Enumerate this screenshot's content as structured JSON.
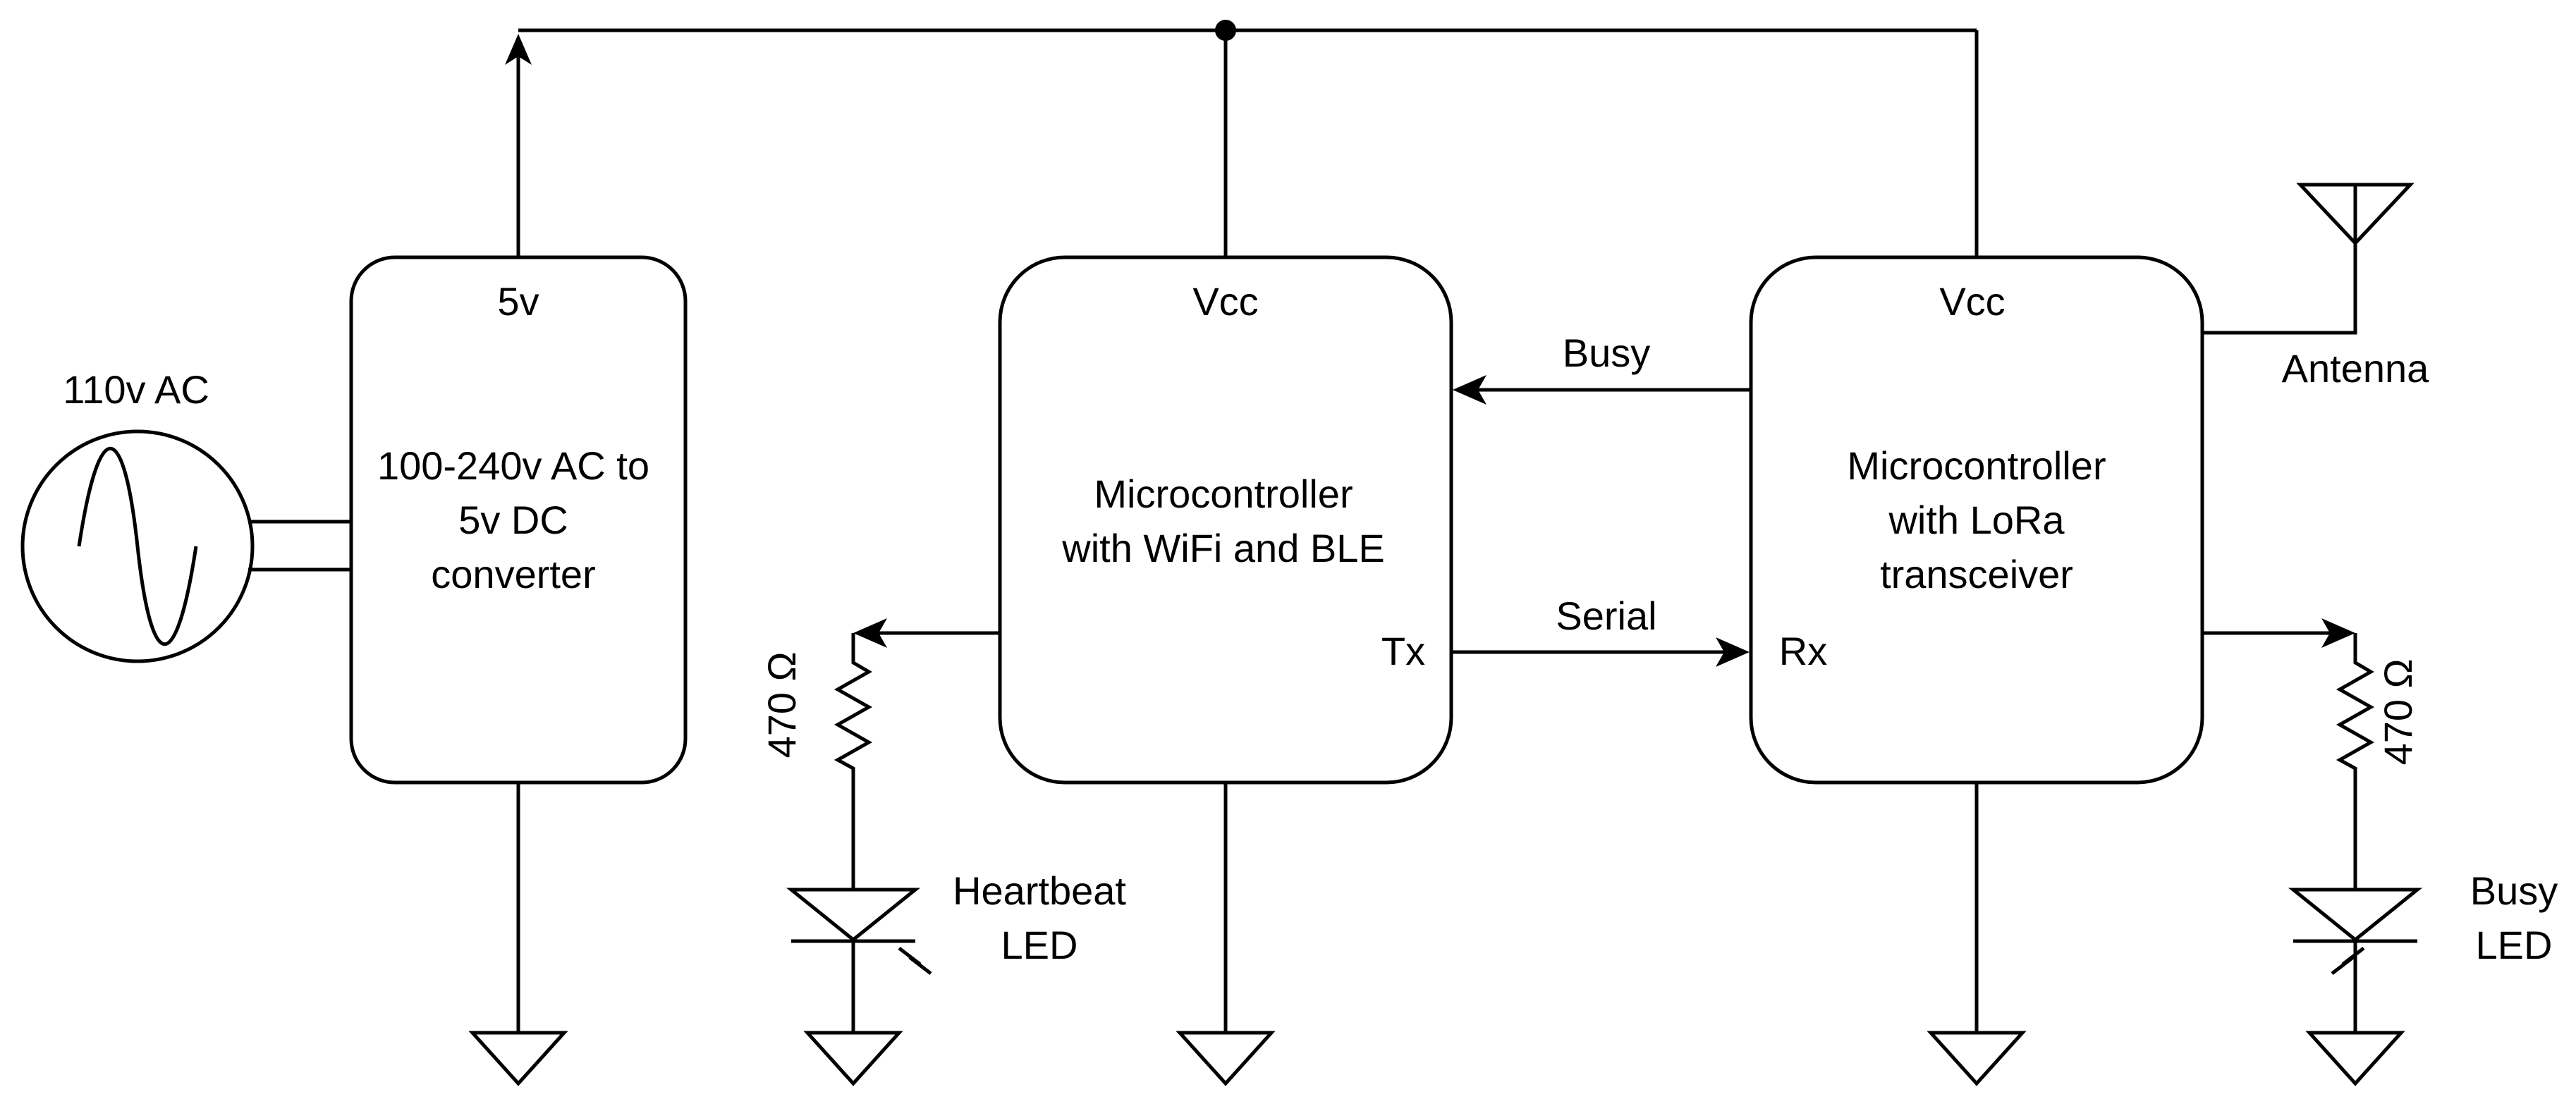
{
  "source": {
    "label": "110v AC"
  },
  "converter": {
    "pin_out": "5v",
    "lines": [
      "100-240v AC to",
      "5v DC",
      "converter"
    ]
  },
  "wifi_mcu": {
    "pin_vcc": "Vcc",
    "pin_tx": "Tx",
    "lines": [
      "Microcontroller",
      "with WiFi and BLE"
    ]
  },
  "lora_mcu": {
    "pin_vcc": "Vcc",
    "pin_rx": "Rx",
    "lines": [
      "Microcontroller",
      "with LoRa",
      "transceiver"
    ]
  },
  "signals": {
    "busy": "Busy",
    "serial": "Serial"
  },
  "antenna": {
    "label": "Antenna"
  },
  "heartbeat": {
    "resistor": "470 Ω",
    "led_lines": [
      "Heartbeat",
      "LED"
    ]
  },
  "busy_led": {
    "resistor": "470 Ω",
    "led_lines": [
      "Busy",
      "LED"
    ]
  }
}
